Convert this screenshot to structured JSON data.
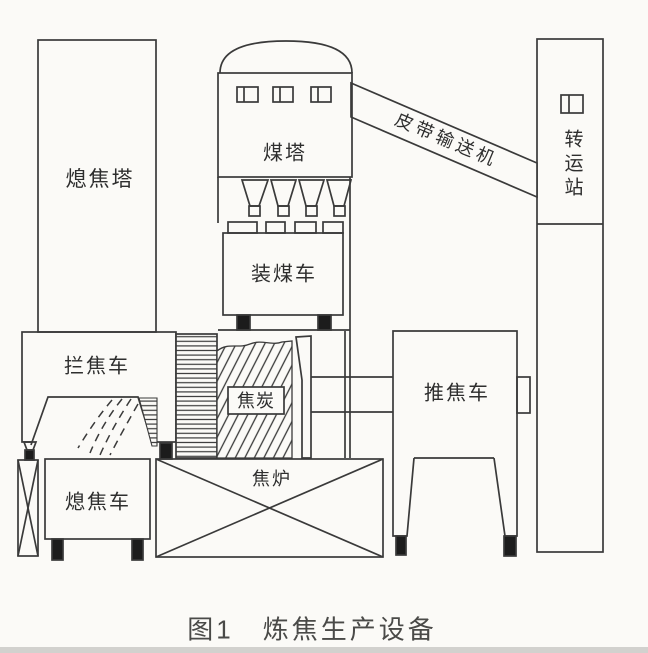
{
  "figure": {
    "caption": "图1　炼焦生产设备",
    "labels": {
      "quench_tower": "熄焦塔",
      "coal_tower": "煤塔",
      "belt_conveyor": "皮带输送机",
      "transfer_station": "转运站",
      "charging_car": "装煤车",
      "coke_guide_car": "拦焦车",
      "quench_car": "熄焦车",
      "coke": "焦炭",
      "coke_oven": "焦炉",
      "pusher_car": "推焦车"
    },
    "colors": {
      "line": "#3a3a3a",
      "paper": "#fbfaf7",
      "solid": "#1c1c1c"
    }
  }
}
